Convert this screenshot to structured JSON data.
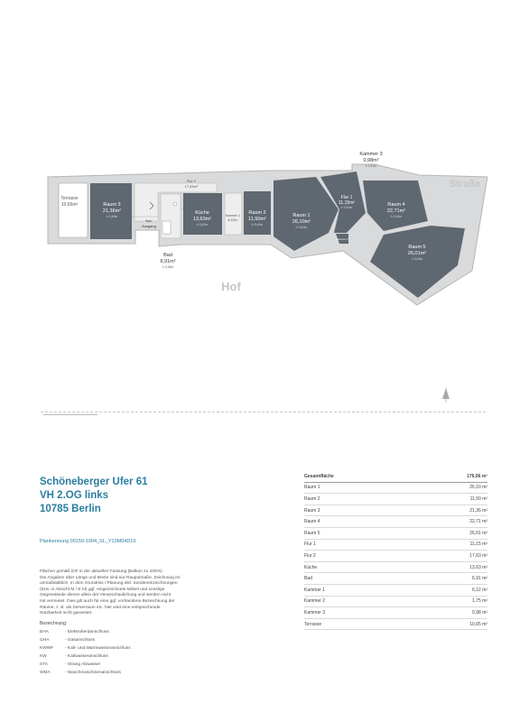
{
  "plan": {
    "street_label": "Straße",
    "yard_label": "Hof",
    "rooms": [
      {
        "id": "terrasse",
        "name": "Terrasse",
        "area": "10,65m²",
        "height": ""
      },
      {
        "id": "raum3",
        "name": "Raum 3",
        "area": "21,36m²",
        "height": "h 3,40m"
      },
      {
        "id": "kuche",
        "name": "Küche",
        "area": "13,63m²",
        "height": "h 3,40m"
      },
      {
        "id": "raum2",
        "name": "Raum 2",
        "area": "11,50m²",
        "height": "h 3,40m"
      },
      {
        "id": "raum1",
        "name": "Raum 1",
        "area": "26,10m²",
        "height": "h 3,40m"
      },
      {
        "id": "flur1",
        "name": "Flur 1",
        "area": "11,15m²",
        "height": "h 3,40m"
      },
      {
        "id": "raum4",
        "name": "Raum 4",
        "area": "22,71m²",
        "height": "h 3,40m"
      },
      {
        "id": "raum5",
        "name": "Raum 5",
        "area": "26,01m²",
        "height": "h 3,40m"
      },
      {
        "id": "flur2",
        "name": "Flur 2",
        "area": "17,63m²",
        "height": ""
      },
      {
        "id": "kammer1",
        "name": "Kammer 1",
        "area": "6,12m²",
        "height": ""
      },
      {
        "id": "kammer2",
        "name": "Kammer 2",
        "area": "1,75m²",
        "height": ""
      }
    ],
    "callouts": {
      "kammer3": {
        "name": "Kammer 3",
        "area": "0,98m²",
        "height": "h 3,40m"
      },
      "bad": {
        "name": "Bad",
        "area": "6,91m²",
        "height": "h 3,38m"
      },
      "notausgang": {
        "line1": "Not-",
        "line2": "Ausgang"
      }
    }
  },
  "title": {
    "line1": "Schöneberger Ufer 61",
    "line2": "VH 2.OG links",
    "line3": "10785 Berlin"
  },
  "plan_id": "Plankennung 00150-1004_SL_Y13M04D19",
  "note": [
    "Flächen gemäß GIF in der aktuellen Fassung (Balkon zu 100%).",
    "Die Angaben über Länge und Breite sind nur Rauputmaße. Zeichnung ist",
    "unmaßstäblich. In dem Grundriss / Planung inkl. Sondereinzeichnungen",
    "(bzw. in Absicht M / E III) ggf. eingezeichnete Möbel und sonstige",
    "Gegenstände dienen allein der Veranschaulichung und werden nicht",
    "mit vermietet. Dies gilt auch für eine ggf. vorhandene Bezeichnung der",
    "Räume, z. B. als Serverraum etc. hier wird eine entsprechende",
    "Nutzbarkeit nicht garantiert."
  ],
  "legend": {
    "title": "Bezeichnung:",
    "items": [
      {
        "abbr": "EHA",
        "text": "- Elektroherdanschluss"
      },
      {
        "abbr": "GHA",
        "text": "- Gasanschluss"
      },
      {
        "abbr": "KWWF",
        "text": "- Kalt- und Warmwasseranschluss"
      },
      {
        "abbr": "KW",
        "text": "- Kaltwasseranschluss"
      },
      {
        "abbr": "STA",
        "text": "- Strang Abwasser"
      },
      {
        "abbr": "WMA",
        "text": "- Waschmaschinenanschluss"
      }
    ]
  },
  "area_table": {
    "total_label": "Gesamtfläche",
    "total_value": "176,96 m²",
    "rows": [
      {
        "label": "Raum 1",
        "value": "26,10 m²"
      },
      {
        "label": "Raum 2",
        "value": "11,50 m²"
      },
      {
        "label": "Raum 3",
        "value": "21,36 m²"
      },
      {
        "label": "Raum 4",
        "value": "22,71 m²"
      },
      {
        "label": "Raum 5",
        "value": "26,01 m²"
      },
      {
        "label": "Flur 1",
        "value": "11,15 m²"
      },
      {
        "label": "Flur 2",
        "value": "17,63 m²"
      },
      {
        "label": "Küche",
        "value": "13,63 m²"
      },
      {
        "label": "Bad",
        "value": "6,91 m²"
      },
      {
        "label": "Kammer 1",
        "value": "6,12 m²"
      },
      {
        "label": "Kammer 2",
        "value": "1,75 m²"
      },
      {
        "label": "Kammer 3",
        "value": "0,98 m²"
      },
      {
        "label": "Terrasse",
        "value": "10,65 m²"
      }
    ]
  },
  "colors": {
    "room_fill": "#5f6770",
    "wall": "#d9dadb",
    "title": "#2a7da0"
  }
}
